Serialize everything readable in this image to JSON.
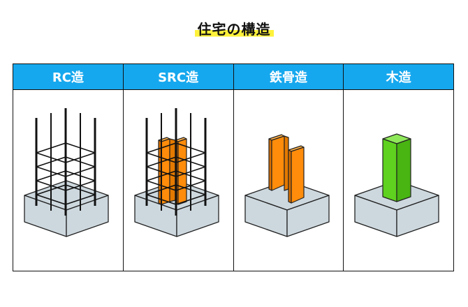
{
  "title": "住宅の構造",
  "columns": [
    {
      "label": "RC造"
    },
    {
      "label": "SRC造"
    },
    {
      "label": "鉄骨造"
    },
    {
      "label": "木造"
    }
  ],
  "colors": {
    "header": "#16a8ee",
    "highlight": "#fff23a",
    "concrete": "#cdd8de",
    "steel": "#ff8c0a",
    "wood": "#5fd11f"
  }
}
